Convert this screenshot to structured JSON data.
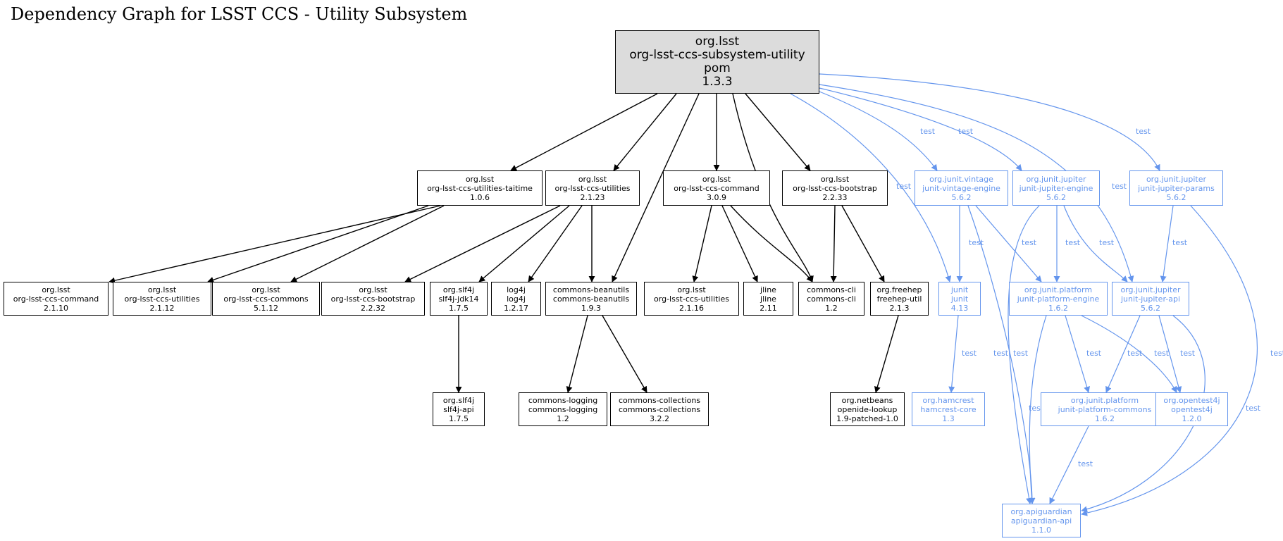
{
  "title": "Dependency Graph for LSST CCS - Utility Subsystem",
  "colors": {
    "compile": "#000000",
    "test": "#6495ED",
    "root_fill": "#dcdcdc"
  },
  "nodes": [
    {
      "id": "root",
      "kind": "root",
      "lines": [
        "org.lsst",
        "org-lsst-ccs-subsystem-utility",
        "pom",
        "1.3.3"
      ]
    },
    {
      "id": "taitime",
      "kind": "compile",
      "lines": [
        "org.lsst",
        "org-lsst-ccs-utilities-taitime",
        "1.0.6"
      ]
    },
    {
      "id": "utilities2123",
      "kind": "compile",
      "lines": [
        "org.lsst",
        "org-lsst-ccs-utilities",
        "2.1.23"
      ]
    },
    {
      "id": "command309",
      "kind": "compile",
      "lines": [
        "org.lsst",
        "org-lsst-ccs-command",
        "3.0.9"
      ]
    },
    {
      "id": "bootstrap2233",
      "kind": "compile",
      "lines": [
        "org.lsst",
        "org-lsst-ccs-bootstrap",
        "2.2.33"
      ]
    },
    {
      "id": "vintage",
      "kind": "test",
      "lines": [
        "org.junit.vintage",
        "junit-vintage-engine",
        "5.6.2"
      ]
    },
    {
      "id": "jupengine",
      "kind": "test",
      "lines": [
        "org.junit.jupiter",
        "junit-jupiter-engine",
        "5.6.2"
      ]
    },
    {
      "id": "jupparams",
      "kind": "test",
      "lines": [
        "org.junit.jupiter",
        "junit-jupiter-params",
        "5.6.2"
      ]
    },
    {
      "id": "command2110",
      "kind": "compile",
      "lines": [
        "org.lsst",
        "org-lsst-ccs-command",
        "2.1.10"
      ]
    },
    {
      "id": "utilities2112",
      "kind": "compile",
      "lines": [
        "org.lsst",
        "org-lsst-ccs-utilities",
        "2.1.12"
      ]
    },
    {
      "id": "commons5112",
      "kind": "compile",
      "lines": [
        "org.lsst",
        "org-lsst-ccs-commons",
        "5.1.12"
      ]
    },
    {
      "id": "bootstrap2232",
      "kind": "compile",
      "lines": [
        "org.lsst",
        "org-lsst-ccs-bootstrap",
        "2.2.32"
      ]
    },
    {
      "id": "slf4jjdk",
      "kind": "compile",
      "lines": [
        "org.slf4j",
        "slf4j-jdk14",
        "1.7.5"
      ]
    },
    {
      "id": "log4j",
      "kind": "compile",
      "lines": [
        "log4j",
        "log4j",
        "1.2.17"
      ]
    },
    {
      "id": "beanutils",
      "kind": "compile",
      "lines": [
        "commons-beanutils",
        "commons-beanutils",
        "1.9.3"
      ]
    },
    {
      "id": "utilities2116",
      "kind": "compile",
      "lines": [
        "org.lsst",
        "org-lsst-ccs-utilities",
        "2.1.16"
      ]
    },
    {
      "id": "jline",
      "kind": "compile",
      "lines": [
        "jline",
        "jline",
        "2.11"
      ]
    },
    {
      "id": "cli",
      "kind": "compile",
      "lines": [
        "commons-cli",
        "commons-cli",
        "1.2"
      ]
    },
    {
      "id": "freehep",
      "kind": "compile",
      "lines": [
        "org.freehep",
        "freehep-util",
        "2.1.3"
      ]
    },
    {
      "id": "junit",
      "kind": "test",
      "lines": [
        "junit",
        "junit",
        "4.13"
      ]
    },
    {
      "id": "platengine",
      "kind": "test",
      "lines": [
        "org.junit.platform",
        "junit-platform-engine",
        "1.6.2"
      ]
    },
    {
      "id": "jupapi",
      "kind": "test",
      "lines": [
        "org.junit.jupiter",
        "junit-jupiter-api",
        "5.6.2"
      ]
    },
    {
      "id": "slf4japi",
      "kind": "compile",
      "lines": [
        "org.slf4j",
        "slf4j-api",
        "1.7.5"
      ]
    },
    {
      "id": "logging",
      "kind": "compile",
      "lines": [
        "commons-logging",
        "commons-logging",
        "1.2"
      ]
    },
    {
      "id": "collections",
      "kind": "compile",
      "lines": [
        "commons-collections",
        "commons-collections",
        "3.2.2"
      ]
    },
    {
      "id": "openide",
      "kind": "compile",
      "lines": [
        "org.netbeans",
        "openide-lookup",
        "1.9-patched-1.0"
      ]
    },
    {
      "id": "hamcrest",
      "kind": "test",
      "lines": [
        "org.hamcrest",
        "hamcrest-core",
        "1.3"
      ]
    },
    {
      "id": "platcommons",
      "kind": "test",
      "lines": [
        "org.junit.platform",
        "junit-platform-commons",
        "1.6.2"
      ]
    },
    {
      "id": "opentest4j",
      "kind": "test",
      "lines": [
        "org.opentest4j",
        "opentest4j",
        "1.2.0"
      ]
    },
    {
      "id": "apiguardian",
      "kind": "test",
      "lines": [
        "org.apiguardian",
        "apiguardian-api",
        "1.1.0"
      ]
    }
  ],
  "edges": [
    {
      "from": "root",
      "to": "taitime",
      "scope": "compile",
      "label": ""
    },
    {
      "from": "root",
      "to": "utilities2123",
      "scope": "compile",
      "label": ""
    },
    {
      "from": "root",
      "to": "beanutils",
      "scope": "compile",
      "label": ""
    },
    {
      "from": "root",
      "to": "command309",
      "scope": "compile",
      "label": ""
    },
    {
      "from": "root",
      "to": "cli",
      "scope": "compile",
      "label": ""
    },
    {
      "from": "root",
      "to": "bootstrap2233",
      "scope": "compile",
      "label": ""
    },
    {
      "from": "root",
      "to": "junit",
      "scope": "test",
      "label": "test"
    },
    {
      "from": "root",
      "to": "vintage",
      "scope": "test",
      "label": "test"
    },
    {
      "from": "root",
      "to": "jupengine",
      "scope": "test",
      "label": "test"
    },
    {
      "from": "root",
      "to": "jupapi",
      "scope": "test",
      "label": "test"
    },
    {
      "from": "root",
      "to": "jupparams",
      "scope": "test",
      "label": "test"
    },
    {
      "from": "taitime",
      "to": "command2110",
      "scope": "compile",
      "label": ""
    },
    {
      "from": "taitime",
      "to": "utilities2112",
      "scope": "compile",
      "label": ""
    },
    {
      "from": "taitime",
      "to": "commons5112",
      "scope": "compile",
      "label": ""
    },
    {
      "from": "utilities2123",
      "to": "bootstrap2232",
      "scope": "compile",
      "label": ""
    },
    {
      "from": "utilities2123",
      "to": "slf4jjdk",
      "scope": "compile",
      "label": ""
    },
    {
      "from": "utilities2123",
      "to": "log4j",
      "scope": "compile",
      "label": ""
    },
    {
      "from": "utilities2123",
      "to": "beanutils",
      "scope": "compile",
      "label": ""
    },
    {
      "from": "command309",
      "to": "utilities2116",
      "scope": "compile",
      "label": ""
    },
    {
      "from": "command309",
      "to": "jline",
      "scope": "compile",
      "label": ""
    },
    {
      "from": "command309",
      "to": "cli",
      "scope": "compile",
      "label": ""
    },
    {
      "from": "bootstrap2233",
      "to": "cli",
      "scope": "compile",
      "label": ""
    },
    {
      "from": "bootstrap2233",
      "to": "freehep",
      "scope": "compile",
      "label": ""
    },
    {
      "from": "slf4jjdk",
      "to": "slf4japi",
      "scope": "compile",
      "label": ""
    },
    {
      "from": "beanutils",
      "to": "logging",
      "scope": "compile",
      "label": ""
    },
    {
      "from": "beanutils",
      "to": "collections",
      "scope": "compile",
      "label": ""
    },
    {
      "from": "freehep",
      "to": "openide",
      "scope": "compile",
      "label": ""
    },
    {
      "from": "vintage",
      "to": "junit",
      "scope": "test",
      "label": "test"
    },
    {
      "from": "vintage",
      "to": "platengine",
      "scope": "test",
      "label": "test"
    },
    {
      "from": "vintage",
      "to": "apiguardian",
      "scope": "test",
      "label": "test"
    },
    {
      "from": "jupengine",
      "to": "platengine",
      "scope": "test",
      "label": "test"
    },
    {
      "from": "jupengine",
      "to": "jupapi",
      "scope": "test",
      "label": "test"
    },
    {
      "from": "jupengine",
      "to": "apiguardian",
      "scope": "test",
      "label": "test"
    },
    {
      "from": "jupparams",
      "to": "jupapi",
      "scope": "test",
      "label": "test"
    },
    {
      "from": "jupparams",
      "to": "apiguardian",
      "scope": "test",
      "label": "test"
    },
    {
      "from": "junit",
      "to": "hamcrest",
      "scope": "test",
      "label": "test"
    },
    {
      "from": "platengine",
      "to": "platcommons",
      "scope": "test",
      "label": "test"
    },
    {
      "from": "platengine",
      "to": "opentest4j",
      "scope": "test",
      "label": "test"
    },
    {
      "from": "platengine",
      "to": "apiguardian",
      "scope": "test",
      "label": "test"
    },
    {
      "from": "jupapi",
      "to": "platcommons",
      "scope": "test",
      "label": "test"
    },
    {
      "from": "jupapi",
      "to": "opentest4j",
      "scope": "test",
      "label": "test"
    },
    {
      "from": "jupapi",
      "to": "apiguardian",
      "scope": "test",
      "label": "test"
    },
    {
      "from": "platcommons",
      "to": "apiguardian",
      "scope": "test",
      "label": "test"
    }
  ]
}
